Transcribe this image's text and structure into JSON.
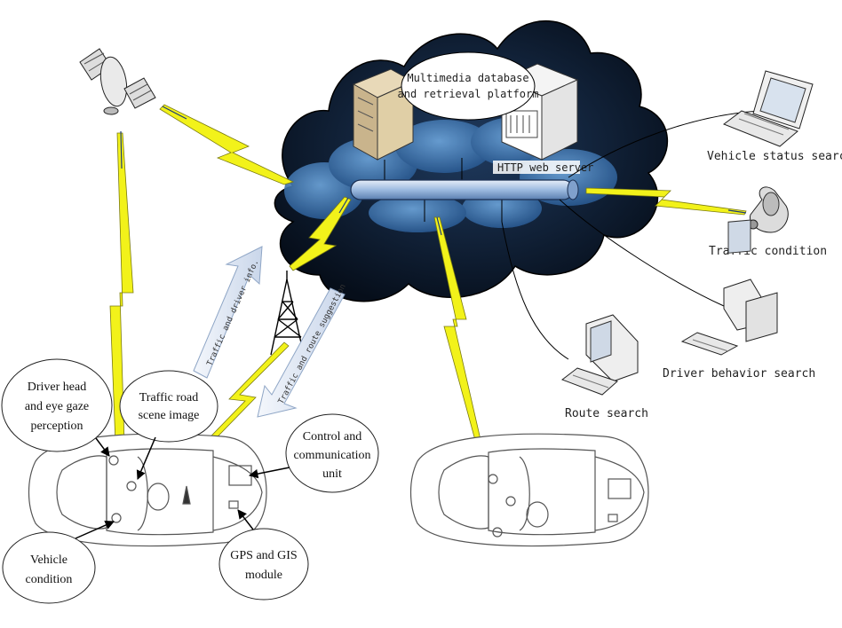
{
  "labels": {
    "multimedia_line1": "Multimedia database",
    "multimedia_line2": "and retrieval platform",
    "http_server": "HTTP web server",
    "vehicle_status_search": "Vehicle status search",
    "traffic_condition": "Traffic condition",
    "driver_behavior_search": "Driver behavior search",
    "route_search": "Route search",
    "driver_head_line1": "Driver head",
    "driver_head_line2": "and eye gaze",
    "driver_head_line3": "perception",
    "traffic_road_line1": "Traffic road",
    "traffic_road_line2": "scene image",
    "control_line1": "Control and",
    "control_line2": "communication",
    "control_line3": "unit",
    "vehicle_condition_line1": "Vehicle",
    "vehicle_condition_line2": "condition",
    "gps_line1": "GPS and GIS",
    "gps_line2": "module",
    "traffic_driver_info": "Traffic and driver info.",
    "traffic_route_suggestion": "Traffic and route suggestion"
  },
  "colors": {
    "cloud_dark": "#0d1a2c",
    "cloud_light": "#4a86c4",
    "lightning": "#f2f21a",
    "pipe": "#a9c4e6",
    "link_line": "#1e3c78"
  },
  "icons": [
    "satellite-icon",
    "database-server-icon",
    "web-server-icon",
    "laptop-icon",
    "phone-icon",
    "desktop-computer-icon",
    "cell-tower-icon",
    "car-icon"
  ]
}
